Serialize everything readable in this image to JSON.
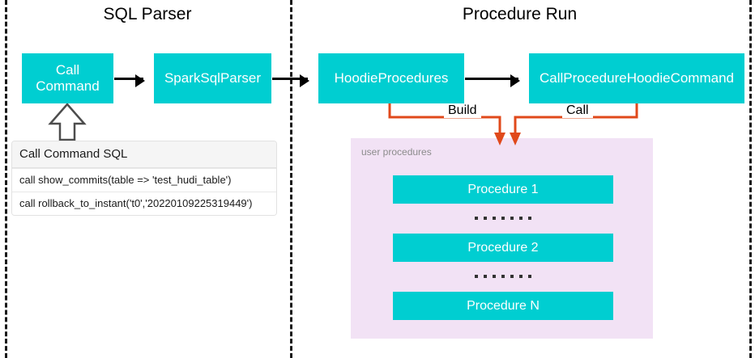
{
  "sections": [
    {
      "title": "SQL Parser"
    },
    {
      "title": "Procedure Run"
    }
  ],
  "boxes": {
    "call_command": "Call\nCommand",
    "call_command_line1": "Call",
    "call_command_line2": "Command",
    "spark_sql_parser": "SparkSqlParser",
    "hoodie_procedures": "HoodieProcedures",
    "call_procedure_hoodie_command": "CallProcedureHoodieCommand"
  },
  "connectors": {
    "build_label": "Build",
    "call_label": "Call"
  },
  "sql_table": {
    "header": "Call Command SQL",
    "rows": [
      "call show_commits(table => 'test_hudi_table')",
      "call rollback_to_instant('t0','20220109225319449')"
    ]
  },
  "user_procedures": {
    "label": "user procedures",
    "items": [
      "Procedure 1",
      "Procedure 2",
      "Procedure N"
    ],
    "separator": "......."
  },
  "colors": {
    "box_fill": "#00CED1",
    "box_text": "#FFFFFF",
    "panel_fill": "#F2E2F5",
    "connector_orange": "#E0491B",
    "arrow_black": "#000000",
    "divider": "#1A1A1A",
    "muted_text": "#8C8C8C"
  }
}
